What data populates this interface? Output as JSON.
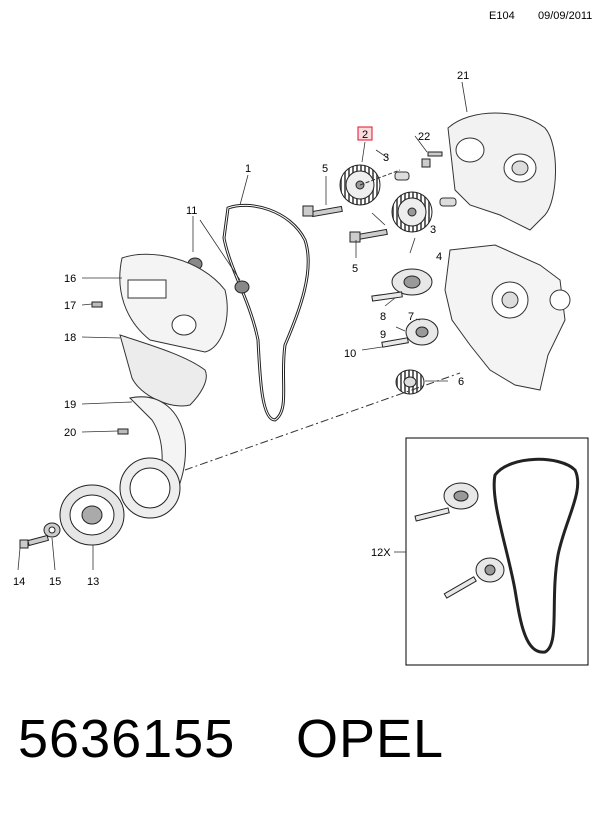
{
  "header": {
    "code": "E104",
    "date": "09/09/2011"
  },
  "callouts": {
    "c1": "1",
    "c2": "2",
    "c3a": "3",
    "c3b": "3",
    "c4": "4",
    "c5a": "5",
    "c5b": "5",
    "c6": "6",
    "c7": "7",
    "c8": "8",
    "c9": "9",
    "c10": "10",
    "c11": "11",
    "c12x": "12X",
    "c13": "13",
    "c14": "14",
    "c15": "15",
    "c16": "16",
    "c17": "17",
    "c18": "18",
    "c19": "19",
    "c20": "20",
    "c21": "21",
    "c22": "22"
  },
  "highlight_color": "#e0102a",
  "footer": {
    "part_number": "5636155",
    "brand": "OPEL"
  }
}
